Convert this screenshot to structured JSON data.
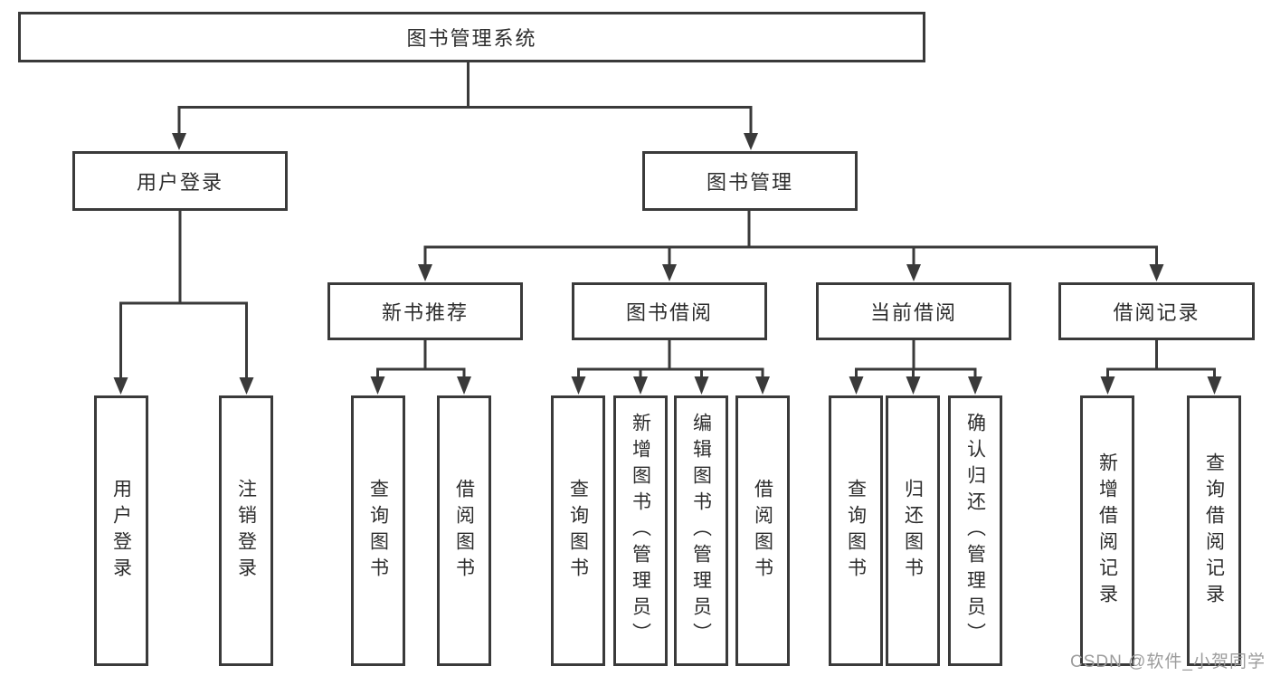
{
  "tree": {
    "root": {
      "label": "图书管理系统",
      "children": [
        {
          "label": "用户登录",
          "children": [
            {
              "label": "用户登录"
            },
            {
              "label": "注销登录"
            }
          ]
        },
        {
          "label": "图书管理",
          "children": [
            {
              "label": "新书推荐",
              "children": [
                {
                  "label": "查询图书"
                },
                {
                  "label": "借阅图书"
                }
              ]
            },
            {
              "label": "图书借阅",
              "children": [
                {
                  "label": "查询图书"
                },
                {
                  "label": "新增图书（管理员）"
                },
                {
                  "label": "编辑图书（管理员）"
                },
                {
                  "label": "借阅图书"
                }
              ]
            },
            {
              "label": "当前借阅",
              "children": [
                {
                  "label": "查询图书"
                },
                {
                  "label": "归还图书"
                },
                {
                  "label": "确认归还（管理员）"
                }
              ]
            },
            {
              "label": "借阅记录",
              "children": [
                {
                  "label": "新增借阅记录"
                },
                {
                  "label": "查询借阅记录"
                }
              ]
            }
          ]
        }
      ]
    }
  },
  "watermark": {
    "text": "CSDN @软件_小贺同学"
  },
  "colors": {
    "line": "#3a3a3a",
    "box_border": "#3a3a3a",
    "text": "#2d2d2d",
    "watermark": "#9c9c9c",
    "background": "#ffffff"
  }
}
